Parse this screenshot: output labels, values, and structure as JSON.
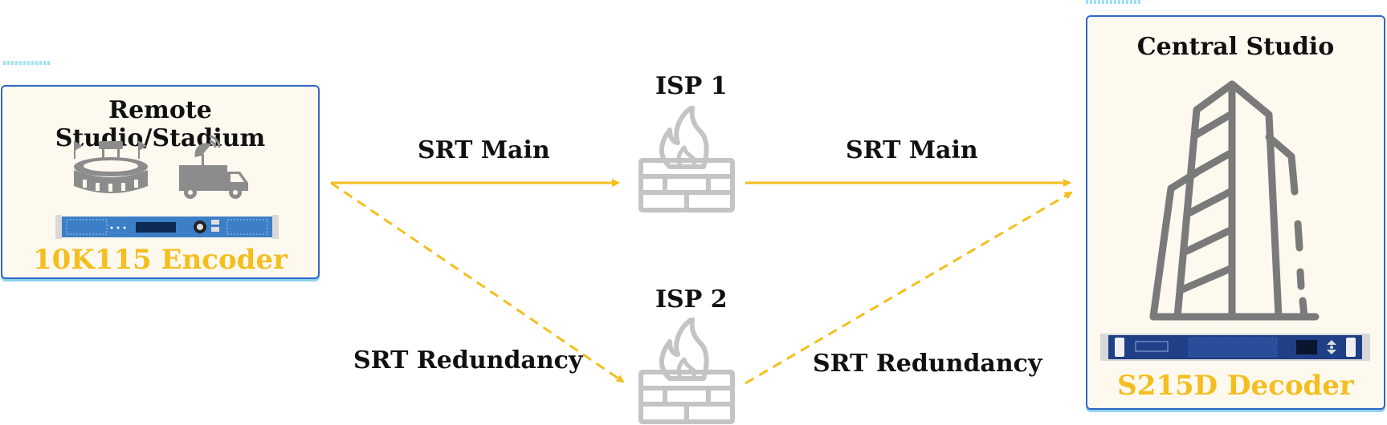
{
  "remote": {
    "title": "Remote Studio/Stadium",
    "device": "10K115 Encoder",
    "icons": [
      "stadium-icon",
      "satellite-van-icon",
      "encoder-rack-icon"
    ]
  },
  "isp1": {
    "label": "ISP 1",
    "icon": "firewall-icon"
  },
  "isp2": {
    "label": "ISP 2",
    "icon": "firewall-icon"
  },
  "links": {
    "main_left": "SRT Main",
    "main_right": "SRT Main",
    "redundancy_left": "SRT Redundancy",
    "redundancy_right": "SRT Redundancy"
  },
  "central": {
    "title": "Central Studio",
    "device": "S215D Decoder",
    "icons": [
      "building-icon",
      "decoder-rack-icon"
    ]
  },
  "colors": {
    "arrow": "#f4be1e",
    "box_border": "#2f66c8",
    "box_fill": "#fdf9ef",
    "icon_gray": "#8c8c8c",
    "firewall_gray": "#c4c4c4",
    "device_text": "#f4be1e"
  }
}
